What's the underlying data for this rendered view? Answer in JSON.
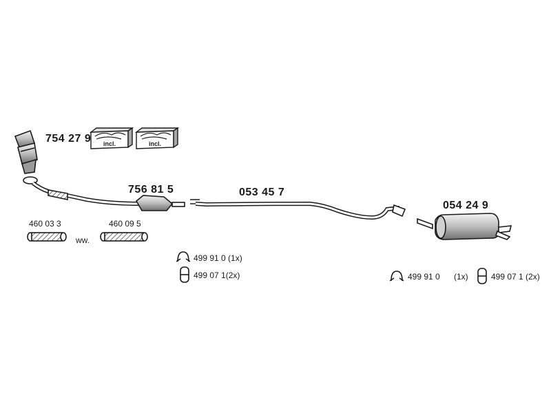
{
  "parts": {
    "catalytic_converter_front": "754 27 9",
    "catalytic_converter_mid": "756 81 5",
    "middle_pipe": "053 45 7",
    "rear_silencer": "054 24 9",
    "flex_pipe_1": "460 03 3",
    "flex_pipe_2": "460 09 5"
  },
  "kits": {
    "incl_1": "incl.",
    "incl_2": "incl."
  },
  "connector": "ww.",
  "fittings_middle": {
    "clamp": "499 91 0 (1x)",
    "rubber_mount": "499 07 1(2x)"
  },
  "fittings_rear": {
    "clamp_code": "499 91 0",
    "clamp_qty": "(1x)",
    "rubber_mount": "499 07 1 (2x)"
  },
  "colors": {
    "ink": "#1a1a1a",
    "fill": "#cfcfcf"
  }
}
